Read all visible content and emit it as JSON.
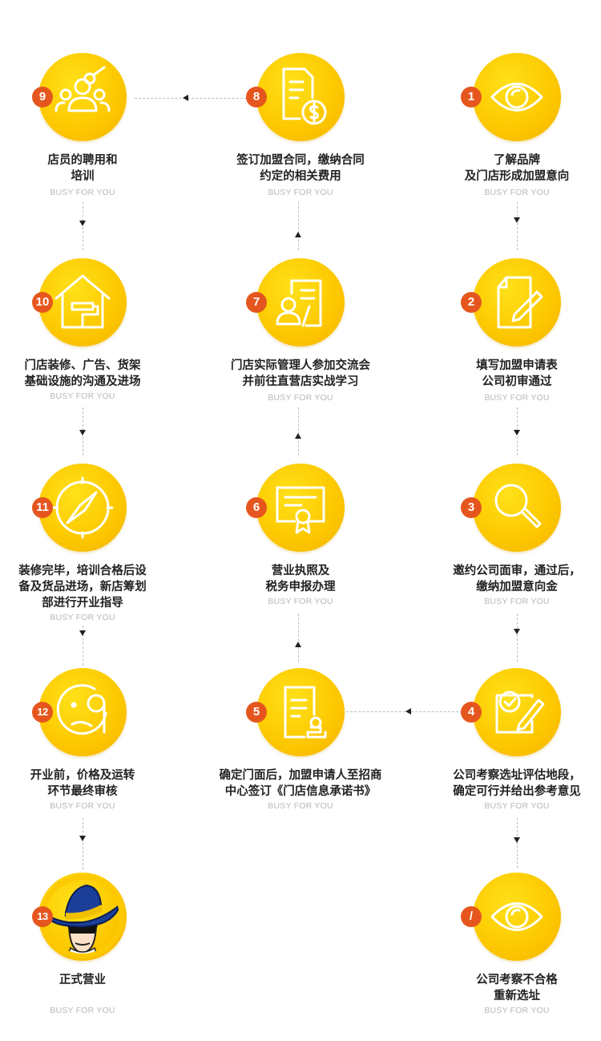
{
  "subtitle": "BUSY FOR YOU",
  "colors": {
    "circle": "#fdc900",
    "badge": "#e5561e",
    "connector": "#bdbdbd"
  },
  "steps": {
    "s1": {
      "num": "1",
      "label": "了解品牌\n及门店形成加盟意向",
      "icon": "eye-icon"
    },
    "s2": {
      "num": "2",
      "label": "填写加盟申请表\n公司初审通过",
      "icon": "edit-document-icon"
    },
    "s3": {
      "num": "3",
      "label": "邀约公司面审，通过后，\n缴纳加盟意向金",
      "icon": "magnifier-icon"
    },
    "s4": {
      "num": "4",
      "label": "公司考察选址评估地段，\n确定可行并给出参考意见",
      "icon": "approval-checklist-icon"
    },
    "s5": {
      "num": "5",
      "label": "确定门面后，加盟申请人至招商\n中心签订《门店信息承诺书》",
      "icon": "stamped-document-icon"
    },
    "s6": {
      "num": "6",
      "label": "营业执照及\n税务申报办理",
      "icon": "certificate-icon"
    },
    "s7": {
      "num": "7",
      "label": "门店实际管理人参加交流会\n并前往直营店实战学习",
      "icon": "person-document-icon"
    },
    "s8": {
      "num": "8",
      "label": "签订加盟合同，缴纳合同\n约定的相关费用",
      "icon": "contract-fee-icon"
    },
    "s9": {
      "num": "9",
      "label": "店员的聘用和\n培训",
      "icon": "recruitment-icon"
    },
    "s10": {
      "num": "10",
      "label": "门店装修、广告、货架\n基础设施的沟通及进场",
      "icon": "house-paint-roller-icon"
    },
    "s11": {
      "num": "11",
      "label": "装修完毕，培训合格后设\n备及货品进场，新店筹划\n部进行开业指导",
      "icon": "compass-icon"
    },
    "s12": {
      "num": "12",
      "label": "开业前，价格及运转\n环节最终审核",
      "icon": "monocle-face-icon"
    },
    "s13": {
      "num": "13",
      "label": "正式营业",
      "icon": "mascot-hat-icon"
    },
    "fail": {
      "num": "/",
      "label": "公司考察不合格\n重新选址",
      "icon": "eye-icon"
    }
  }
}
